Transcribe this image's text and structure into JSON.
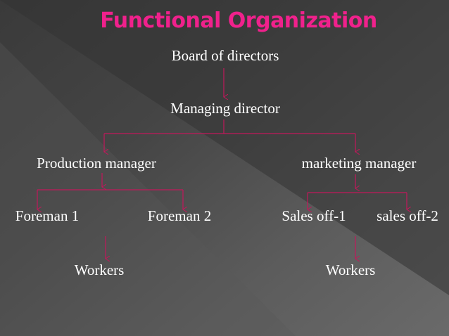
{
  "title": "Functional Organization",
  "colors": {
    "title": "#f0218c",
    "connector": "#c2185b",
    "text": "#ffffff"
  },
  "nodes": {
    "board": "Board of directors",
    "managing_director": "Managing director",
    "production_manager": "Production manager",
    "marketing_manager": "marketing manager",
    "foreman_1": "Foreman 1",
    "foreman_2": "Foreman 2",
    "sales_off_1": "Sales off-1",
    "sales_off_2": "sales off-2",
    "workers_left": "Workers",
    "workers_right": "Workers"
  }
}
